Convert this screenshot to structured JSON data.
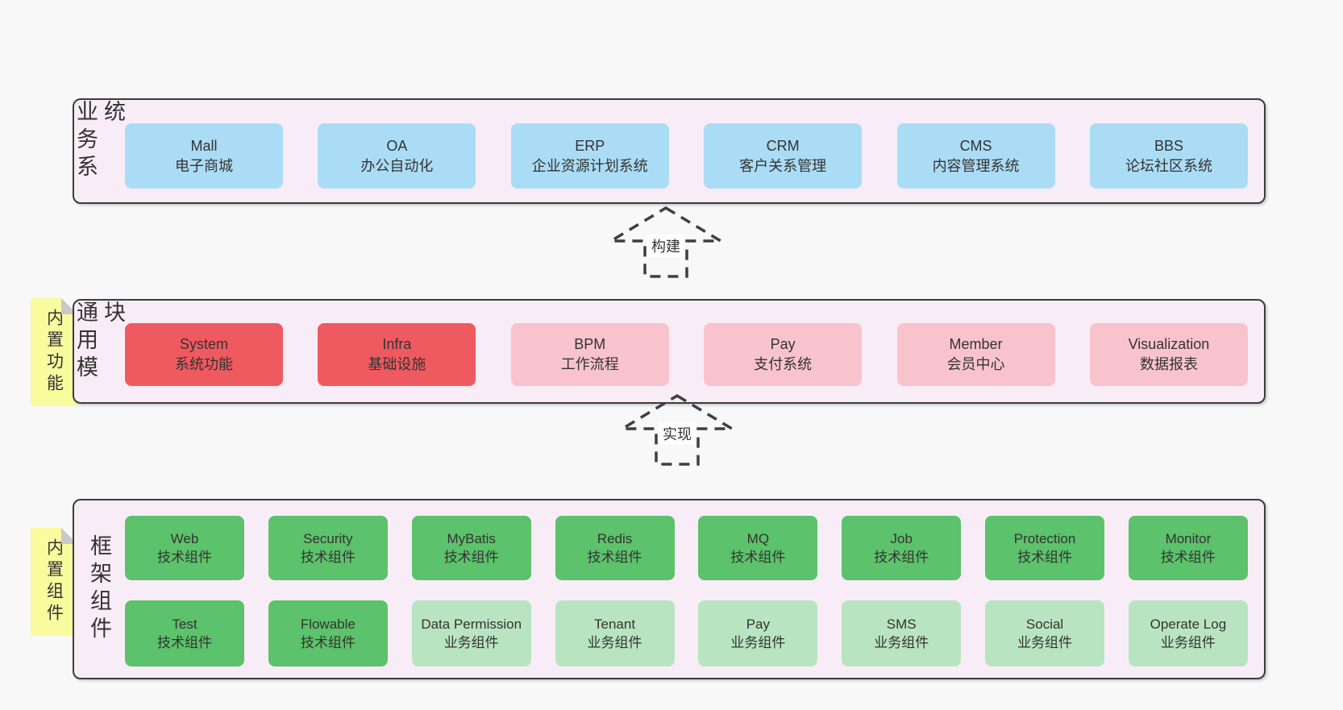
{
  "colors": {
    "page_bg": "#f8f8f8",
    "section_bg": "#f8edf7",
    "section_border": "#3c3c3c",
    "blue_box": "#abdcf5",
    "red_box": "#ef5a60",
    "pink_box": "#f9c3cd",
    "green_box": "#5cc26b",
    "light_green_box": "#b9e4c2",
    "sticky_note": "#fafa9e",
    "note_fold": "#c9c9c9",
    "text": "#333333"
  },
  "arrows": [
    {
      "label": "构建"
    },
    {
      "label": "实现"
    }
  ],
  "sections": {
    "business": {
      "label": "业务系统",
      "items": [
        {
          "name": "Mall",
          "desc": "电子商城"
        },
        {
          "name": "OA",
          "desc": "办公自动化"
        },
        {
          "name": "ERP",
          "desc": "企业资源计划系统"
        },
        {
          "name": "CRM",
          "desc": "客户关系管理"
        },
        {
          "name": "CMS",
          "desc": "内容管理系统"
        },
        {
          "name": "BBS",
          "desc": "论坛社区系统"
        }
      ]
    },
    "modules": {
      "label": "通用模块",
      "note": "内置功能",
      "items": [
        {
          "name": "System",
          "desc": "系统功能"
        },
        {
          "name": "Infra",
          "desc": "基础设施"
        },
        {
          "name": "BPM",
          "desc": "工作流程"
        },
        {
          "name": "Pay",
          "desc": "支付系统"
        },
        {
          "name": "Member",
          "desc": "会员中心"
        },
        {
          "name": "Visualization",
          "desc": "数据报表"
        }
      ]
    },
    "framework": {
      "label": "框架组件",
      "note": "内置组件",
      "rows": [
        [
          {
            "name": "Web",
            "desc": "技术组件"
          },
          {
            "name": "Security",
            "desc": "技术组件"
          },
          {
            "name": "MyBatis",
            "desc": "技术组件"
          },
          {
            "name": "Redis",
            "desc": "技术组件"
          },
          {
            "name": "MQ",
            "desc": "技术组件"
          },
          {
            "name": "Job",
            "desc": "技术组件"
          },
          {
            "name": "Protection",
            "desc": "技术组件"
          },
          {
            "name": "Monitor",
            "desc": "技术组件"
          }
        ],
        [
          {
            "name": "Test",
            "desc": "技术组件"
          },
          {
            "name": "Flowable",
            "desc": "技术组件"
          },
          {
            "name": "Data Permission",
            "desc": "业务组件"
          },
          {
            "name": "Tenant",
            "desc": "业务组件"
          },
          {
            "name": "Pay",
            "desc": "业务组件"
          },
          {
            "name": "SMS",
            "desc": "业务组件"
          },
          {
            "name": "Social",
            "desc": "业务组件"
          },
          {
            "name": "Operate Log",
            "desc": "业务组件"
          }
        ]
      ]
    }
  }
}
